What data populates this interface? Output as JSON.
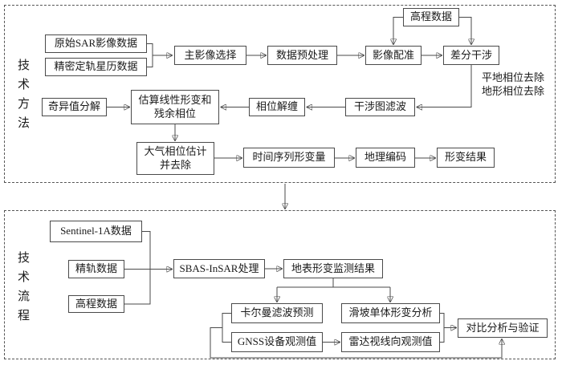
{
  "colors": {
    "line": "#4a4a4a",
    "text": "#1a1a1a",
    "background": "#ffffff"
  },
  "panel_top": {
    "side_label": "技术方法"
  },
  "panel_bottom": {
    "side_label": "技术流程"
  },
  "nodes": {
    "raw_sar": {
      "label": "原始SAR影像数据"
    },
    "precise_orbit": {
      "label": "精密定轨星历数据"
    },
    "master_select": {
      "label": "主影像选择"
    },
    "preprocess": {
      "label": "数据预处理"
    },
    "coregistration": {
      "label": "影像配准"
    },
    "dem_top": {
      "label": "高程数据"
    },
    "differential": {
      "label": "差分干涉"
    },
    "interf_filter": {
      "label": "干涉图滤波"
    },
    "unwrap": {
      "label": "相位解缠"
    },
    "svd": {
      "label": "奇异值分解"
    },
    "estimate": {
      "label": "估算线性形变和",
      "label2": "残余相位"
    },
    "atmos": {
      "label": "大气相位估计",
      "label2": "并去除"
    },
    "ts_deform": {
      "label": "时间序列形变量"
    },
    "geocode": {
      "label": "地理编码"
    },
    "deform_result": {
      "label": "形变结果"
    },
    "sentinel": {
      "label": "Sentinel-1A数据"
    },
    "orbit_data": {
      "label": "精轨数据"
    },
    "dem_bottom": {
      "label": "高程数据"
    },
    "sbas": {
      "label": "SBAS-InSAR处理"
    },
    "monitor_result": {
      "label": "地表形变监测结果"
    },
    "kalman": {
      "label": "卡尔曼滤波预测"
    },
    "gnss": {
      "label": "GNSS设备观测值"
    },
    "landslide": {
      "label": "滑坡单体形变分析"
    },
    "radar_los": {
      "label": "雷达视线向观测值"
    },
    "compare": {
      "label": "对比分析与验证"
    }
  },
  "annotations": {
    "flat_phase": "平地相位去除",
    "topo_phase": "地形相位去除"
  }
}
